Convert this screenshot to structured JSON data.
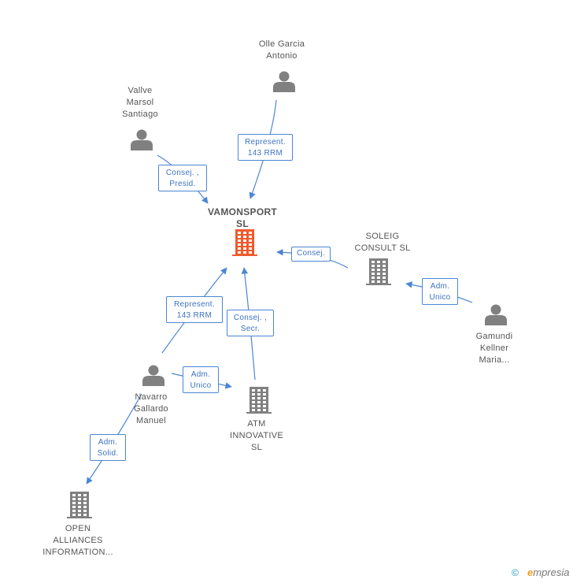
{
  "colors": {
    "edge": "#4a86d4",
    "person": "#808080",
    "company": "#808080",
    "main_company": "#f05a2b"
  },
  "nodes": [
    {
      "id": "main",
      "type": "company",
      "main": true,
      "label": "VAMONSPORT\nSL"
    },
    {
      "id": "olle",
      "type": "person",
      "label": "Olle Garcia\nAntonio"
    },
    {
      "id": "vallve",
      "type": "person",
      "label": "Vallve\nMarsol\nSantiago"
    },
    {
      "id": "soleig",
      "type": "company",
      "label": "SOLEIG\nCONSULT  SL"
    },
    {
      "id": "gamundi",
      "type": "person",
      "label": "Gamundi\nKellner\nMaria..."
    },
    {
      "id": "navarro",
      "type": "person",
      "label": "Navarro\nGallardo\nManuel"
    },
    {
      "id": "atm",
      "type": "company",
      "label": "ATM\nINNOVATIVE\nSL"
    },
    {
      "id": "open",
      "type": "company",
      "label": "OPEN\nALLIANCES\nINFORMATION..."
    }
  ],
  "edges": [
    {
      "from": "olle",
      "to": "main",
      "label": "Represent.\n143 RRM"
    },
    {
      "from": "vallve",
      "to": "main",
      "label": "Consej. ,\nPresid."
    },
    {
      "from": "soleig",
      "to": "main",
      "label": "Consej."
    },
    {
      "from": "gamundi",
      "to": "soleig",
      "label": "Adm.\nUnico"
    },
    {
      "from": "navarro",
      "to": "main",
      "label": "Represent.\n143 RRM"
    },
    {
      "from": "atm",
      "to": "main",
      "label": "Consej. ,\nSecr."
    },
    {
      "from": "navarro",
      "to": "atm",
      "label": "Adm.\nUnico"
    },
    {
      "from": "navarro",
      "to": "open",
      "label": "Adm.\nSolid."
    }
  ],
  "footer": {
    "copyright": "©",
    "brand_e": "e",
    "brand_rest": "mpresia"
  }
}
